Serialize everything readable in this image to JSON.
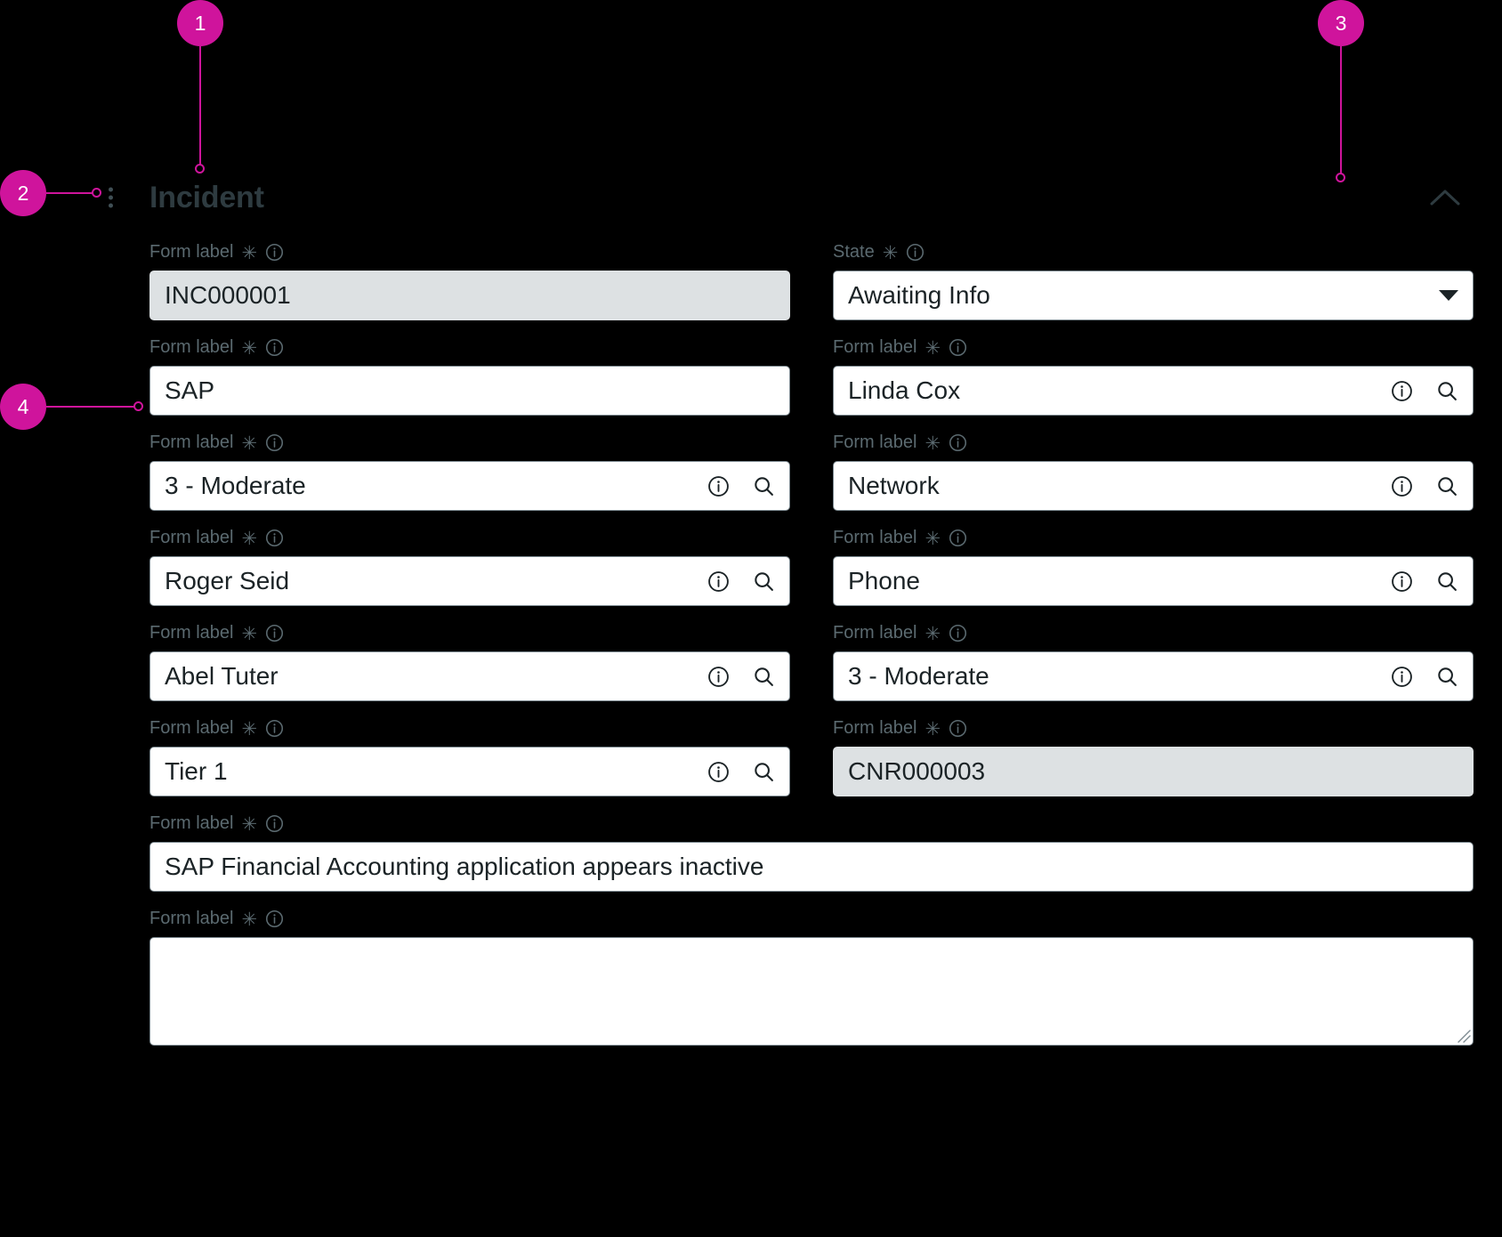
{
  "annotations": [
    {
      "id": "1",
      "label": "1"
    },
    {
      "id": "2",
      "label": "2"
    },
    {
      "id": "3",
      "label": "3"
    },
    {
      "id": "4",
      "label": "4"
    }
  ],
  "section": {
    "title": "Incident",
    "drag_handle_icon": "drag-dots-icon",
    "collapse_icon": "chevron-up-icon"
  },
  "icons": {
    "info": "info-circle-icon",
    "search": "magnifier-icon",
    "required": "✳"
  },
  "colors": {
    "accent": "#cf149c",
    "background": "#000000",
    "title": "#2e3b40",
    "label": "#5b6a70",
    "input_border": "#7d8a91",
    "readonly_fill": "#dde1e3",
    "value_text": "#1b2326"
  },
  "fields": [
    {
      "name": "number",
      "label": "Form label",
      "required": true,
      "has_label_info": true,
      "value": "INC000001",
      "readonly": true,
      "kind": "text",
      "column": "left"
    },
    {
      "name": "state",
      "label": "State",
      "required": true,
      "has_label_info": true,
      "value": "Awaiting Info",
      "readonly": false,
      "kind": "select",
      "column": "right"
    },
    {
      "name": "business-service",
      "label": "Form label",
      "required": true,
      "has_label_info": true,
      "value": "SAP",
      "readonly": false,
      "kind": "text",
      "column": "left"
    },
    {
      "name": "assigned-to",
      "label": "Form label",
      "required": true,
      "has_label_info": true,
      "value": "Linda Cox",
      "readonly": false,
      "kind": "reference",
      "column": "right"
    },
    {
      "name": "impact",
      "label": "Form label",
      "required": true,
      "has_label_info": true,
      "value": "3 - Moderate",
      "readonly": false,
      "kind": "reference",
      "column": "left"
    },
    {
      "name": "category",
      "label": "Form label",
      "required": true,
      "has_label_info": true,
      "value": "Network",
      "readonly": false,
      "kind": "reference",
      "column": "right"
    },
    {
      "name": "opened-by",
      "label": "Form label",
      "required": true,
      "has_label_info": true,
      "value": "Roger Seid",
      "readonly": false,
      "kind": "reference",
      "column": "left"
    },
    {
      "name": "contact-type",
      "label": "Form label",
      "required": true,
      "has_label_info": true,
      "value": "Phone",
      "readonly": false,
      "kind": "reference",
      "column": "right"
    },
    {
      "name": "caller",
      "label": "Form label",
      "required": true,
      "has_label_info": true,
      "value": "Abel Tuter",
      "readonly": false,
      "kind": "reference",
      "column": "left"
    },
    {
      "name": "urgency",
      "label": "Form label",
      "required": true,
      "has_label_info": true,
      "value": "3 - Moderate",
      "readonly": false,
      "kind": "reference",
      "column": "right"
    },
    {
      "name": "escalation",
      "label": "Form label",
      "required": true,
      "has_label_info": true,
      "value": "Tier 1",
      "readonly": false,
      "kind": "reference",
      "column": "left"
    },
    {
      "name": "change-request",
      "label": "Form label",
      "required": true,
      "has_label_info": true,
      "value": "CNR000003",
      "readonly": true,
      "kind": "text",
      "column": "right"
    },
    {
      "name": "short-description",
      "label": "Form label",
      "required": true,
      "has_label_info": true,
      "value": "SAP Financial Accounting application appears inactive",
      "readonly": false,
      "kind": "text",
      "column": "full"
    },
    {
      "name": "description",
      "label": "Form label",
      "required": true,
      "has_label_info": true,
      "value": "",
      "readonly": false,
      "kind": "textarea",
      "column": "full"
    }
  ]
}
